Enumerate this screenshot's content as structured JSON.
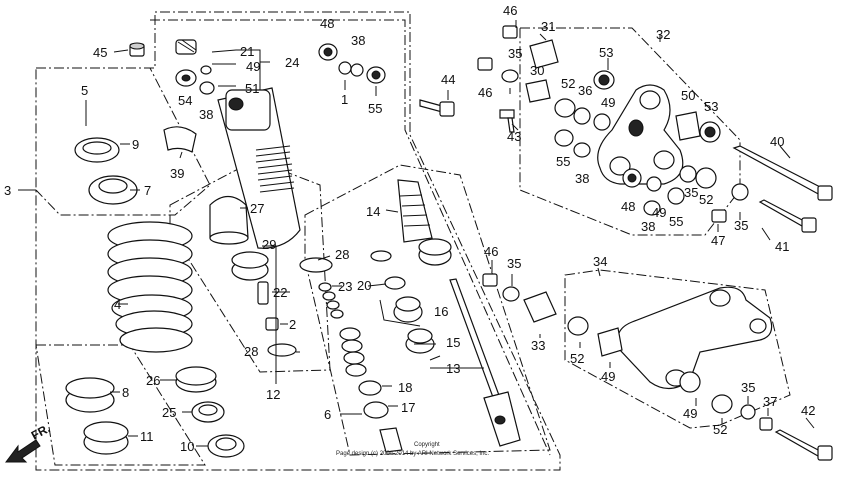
{
  "callouts": [
    {
      "id": "c1",
      "text": "1"
    },
    {
      "id": "c2",
      "text": "2"
    },
    {
      "id": "c3",
      "text": "3"
    },
    {
      "id": "c4",
      "text": "4"
    },
    {
      "id": "c5",
      "text": "5"
    },
    {
      "id": "c6",
      "text": "6"
    },
    {
      "id": "c7",
      "text": "7"
    },
    {
      "id": "c8",
      "text": "8"
    },
    {
      "id": "c9",
      "text": "9"
    },
    {
      "id": "c10",
      "text": "10"
    },
    {
      "id": "c11",
      "text": "11"
    },
    {
      "id": "c12",
      "text": "12"
    },
    {
      "id": "c13",
      "text": "13"
    },
    {
      "id": "c14",
      "text": "14"
    },
    {
      "id": "c15",
      "text": "15"
    },
    {
      "id": "c16",
      "text": "16"
    },
    {
      "id": "c17",
      "text": "17"
    },
    {
      "id": "c18",
      "text": "18"
    },
    {
      "id": "c20",
      "text": "20"
    },
    {
      "id": "c21",
      "text": "21"
    },
    {
      "id": "c22",
      "text": "22"
    },
    {
      "id": "c23",
      "text": "23"
    },
    {
      "id": "c24",
      "text": "24"
    },
    {
      "id": "c25",
      "text": "25"
    },
    {
      "id": "c26",
      "text": "26"
    },
    {
      "id": "c27",
      "text": "27"
    },
    {
      "id": "c28a",
      "text": "28"
    },
    {
      "id": "c28b",
      "text": "28"
    },
    {
      "id": "c29",
      "text": "29"
    },
    {
      "id": "c30",
      "text": "30"
    },
    {
      "id": "c31",
      "text": "31"
    },
    {
      "id": "c32",
      "text": "32"
    },
    {
      "id": "c33",
      "text": "33"
    },
    {
      "id": "c34",
      "text": "34"
    },
    {
      "id": "c35a",
      "text": "35"
    },
    {
      "id": "c35b",
      "text": "35"
    },
    {
      "id": "c35c",
      "text": "35"
    },
    {
      "id": "c35d",
      "text": "35"
    },
    {
      "id": "c35e",
      "text": "35"
    },
    {
      "id": "c36",
      "text": "36"
    },
    {
      "id": "c37",
      "text": "37"
    },
    {
      "id": "c38a",
      "text": "38"
    },
    {
      "id": "c38b",
      "text": "38"
    },
    {
      "id": "c38c",
      "text": "38"
    },
    {
      "id": "c38d",
      "text": "38"
    },
    {
      "id": "c39",
      "text": "39"
    },
    {
      "id": "c40",
      "text": "40"
    },
    {
      "id": "c41",
      "text": "41"
    },
    {
      "id": "c42",
      "text": "42"
    },
    {
      "id": "c43",
      "text": "43"
    },
    {
      "id": "c44",
      "text": "44"
    },
    {
      "id": "c45",
      "text": "45"
    },
    {
      "id": "c46a",
      "text": "46"
    },
    {
      "id": "c46b",
      "text": "46"
    },
    {
      "id": "c46c",
      "text": "46"
    },
    {
      "id": "c47",
      "text": "47"
    },
    {
      "id": "c48a",
      "text": "48"
    },
    {
      "id": "c48b",
      "text": "48"
    },
    {
      "id": "c49a",
      "text": "49"
    },
    {
      "id": "c49b",
      "text": "49"
    },
    {
      "id": "c49c",
      "text": "49"
    },
    {
      "id": "c49d",
      "text": "49"
    },
    {
      "id": "c49e",
      "text": "49"
    },
    {
      "id": "c50",
      "text": "50"
    },
    {
      "id": "c51",
      "text": "51"
    },
    {
      "id": "c52a",
      "text": "52"
    },
    {
      "id": "c52b",
      "text": "52"
    },
    {
      "id": "c52c",
      "text": "52"
    },
    {
      "id": "c52d",
      "text": "52"
    },
    {
      "id": "c53a",
      "text": "53"
    },
    {
      "id": "c53b",
      "text": "53"
    },
    {
      "id": "c54",
      "text": "54"
    },
    {
      "id": "c55a",
      "text": "55"
    },
    {
      "id": "c55b",
      "text": "55"
    },
    {
      "id": "c55c",
      "text": "55"
    }
  ],
  "direction_label": "FR.",
  "copyright": {
    "line1": "Copyright",
    "line2": "Page design (c) 2004-2014 by ARI Network Services, Inc."
  }
}
